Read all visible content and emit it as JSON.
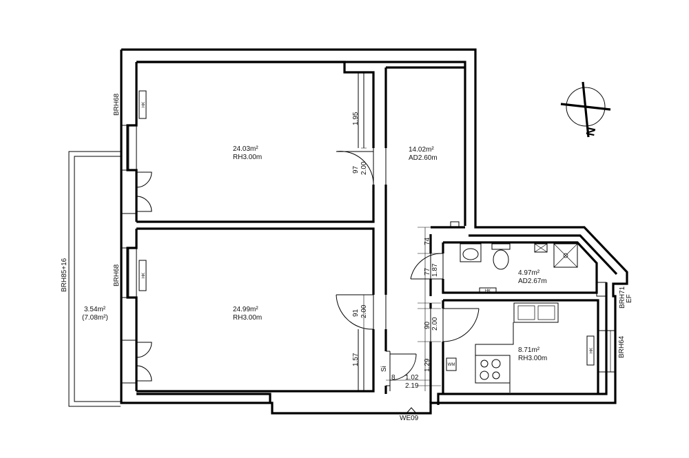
{
  "rooms": {
    "room1": {
      "area": "24.03m²",
      "height": "RH3.00m"
    },
    "room2": {
      "area": "24.99m²",
      "height": "RH3.00m"
    },
    "hall": {
      "area": "14.02m²",
      "height": "AD2.60m"
    },
    "bath": {
      "area": "4.97m²",
      "height": "AD2.67m"
    },
    "kitchen": {
      "area": "8.71m²",
      "height": "RH3.00m"
    },
    "balcony": {
      "area": "3.54m²",
      "area_full": "(7.08m²)"
    }
  },
  "labels": {
    "brh68_top": "BRH68",
    "brh68_mid": "BRH68",
    "balcony_brh": "BRH85+16",
    "brh71": "BRH71",
    "ef": "EF",
    "brh64": "BRH64",
    "hk": "HK",
    "si": "Si",
    "entrance": "WE09"
  },
  "dimensions": {
    "d195": "1.95",
    "d97": "97",
    "d200a": "2.00",
    "d91": "91",
    "d200b": "2.00",
    "d157": "1.57",
    "d74": "74",
    "d77": "77",
    "d187": "1.87",
    "d90": "90",
    "d200c": "2.00",
    "d129": "1.29",
    "d8": "8",
    "d102": "1.02",
    "d219": "2.19"
  },
  "compass": {
    "north": "N"
  }
}
